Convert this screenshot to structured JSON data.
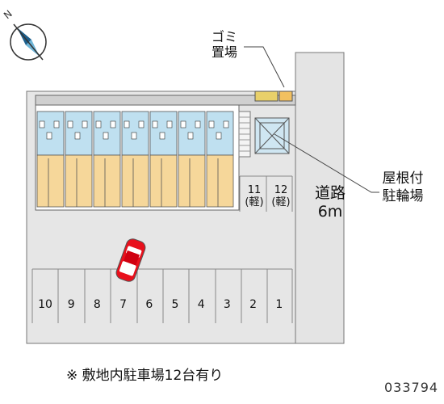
{
  "compass": {
    "north_label": "N",
    "icon": "compass-rose-icon"
  },
  "garbage": {
    "line1": "ゴミ",
    "line2": "置場"
  },
  "bike_shelter": {
    "line1": "屋根付",
    "line2": "駐輪場"
  },
  "road": {
    "name": "道路",
    "width": "6m"
  },
  "light_car_spaces": [
    {
      "number": "11",
      "type": "(軽)"
    },
    {
      "number": "12",
      "type": "(軽)"
    }
  ],
  "parking_spaces": [
    "10",
    "9",
    "8",
    "7",
    "6",
    "5",
    "4",
    "3",
    "2",
    "1"
  ],
  "note": "※ 敷地内駐車場12台有り",
  "code": "033794",
  "colors": {
    "building_blue": "#bfe0f0",
    "unit_orange": "#f6d79a",
    "car_red": "#e8101c",
    "parking_gray": "#e8e8e8",
    "road_gray": "#e6e6e6"
  }
}
